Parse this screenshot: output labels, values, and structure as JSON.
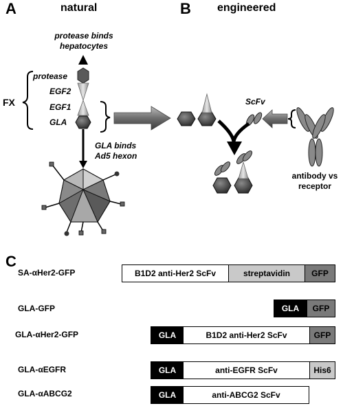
{
  "panels": {
    "a": {
      "letter": "A",
      "title": "natural"
    },
    "b": {
      "letter": "B",
      "title": "engineered"
    },
    "c": {
      "letter": "C"
    }
  },
  "natural": {
    "top_label_line1": "protease binds",
    "top_label_line2": "hepatocytes",
    "fx": "FX",
    "domains": [
      "protease",
      "EGF2",
      "EGF1",
      "GLA"
    ],
    "gla_label_line1": "GLA binds",
    "gla_label_line2": "Ad5 hexon"
  },
  "engineered": {
    "scfv": "ScFv",
    "antibody_line1": "antibody vs",
    "antibody_line2": "receptor"
  },
  "constructs": [
    {
      "name": "SA-αHer2-GFP",
      "segments": [
        "B1D2 anti-Her2 ScFv",
        "streptavidin",
        "GFP"
      ]
    },
    {
      "name": "GLA-GFP",
      "segments": [
        "GLA",
        "GFP"
      ]
    },
    {
      "name": "GLA-αHer2-GFP",
      "segments": [
        "GLA",
        "B1D2 anti-Her2 ScFv",
        "GFP"
      ]
    },
    {
      "name": "GLA-αEGFR",
      "segments": [
        "GLA",
        "anti-EGFR ScFv",
        "His6"
      ]
    },
    {
      "name": "GLA-αABCG2",
      "segments": [
        "GLA",
        "anti-ABCG2 ScFv"
      ]
    }
  ],
  "colors": {
    "black": "#000000",
    "dark_gray": "#7a7a7a",
    "light_gray": "#c9c9c9",
    "white": "#ffffff"
  }
}
